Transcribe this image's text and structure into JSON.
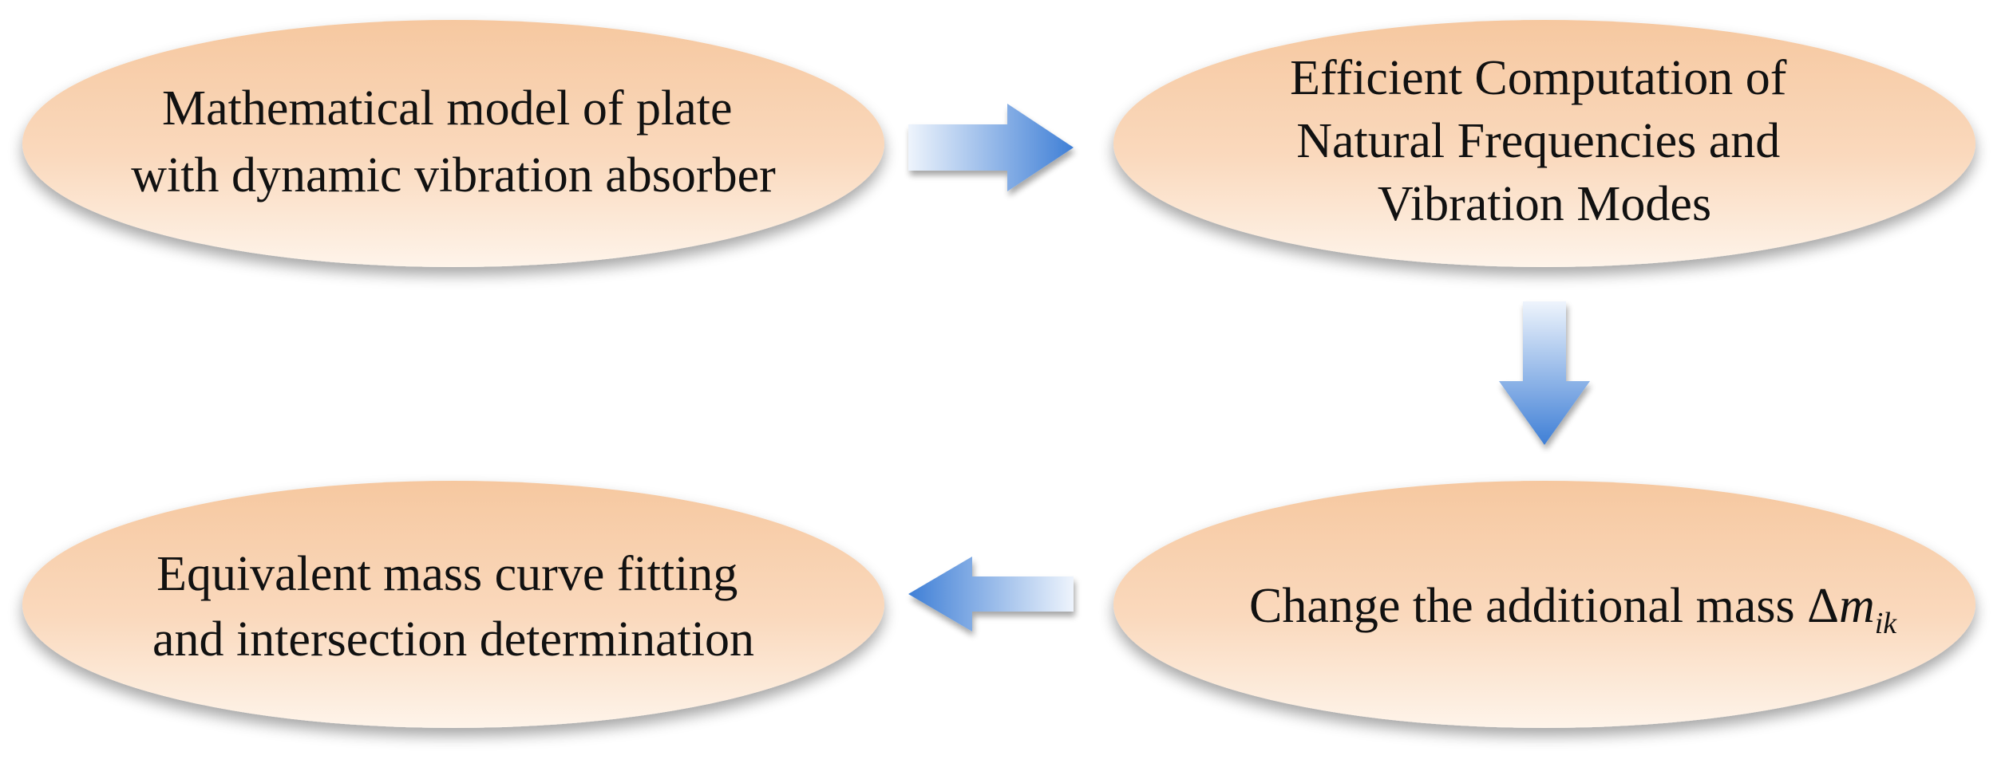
{
  "nodes": [
    {
      "id": "node-mathematical-model",
      "lines": [
        "Mathematical model of plate",
        "with dynamic vibration absorber"
      ]
    },
    {
      "id": "node-efficient-computation",
      "lines": [
        "Efficient Computation of",
        "Natural Frequencies and",
        "Vibration Modes"
      ]
    },
    {
      "id": "node-change-mass",
      "text": "Change the additional mass ",
      "symbol": "Δ",
      "variable": "m",
      "subscript": "ik"
    },
    {
      "id": "node-curve-fitting",
      "lines": [
        "Equivalent mass curve fitting",
        "and intersection determination"
      ]
    }
  ],
  "arrows": [
    {
      "from": "node-mathematical-model",
      "to": "node-efficient-computation",
      "direction": "right"
    },
    {
      "from": "node-efficient-computation",
      "to": "node-change-mass",
      "direction": "down"
    },
    {
      "from": "node-change-mass",
      "to": "node-curve-fitting",
      "direction": "left"
    }
  ],
  "colors": {
    "ellipse_top": "#f6c8a0",
    "ellipse_bottom": "#fef4ea",
    "arrow_dark": "#3f7fd6",
    "arrow_light": "#e6f0fb",
    "text": "#111111"
  }
}
